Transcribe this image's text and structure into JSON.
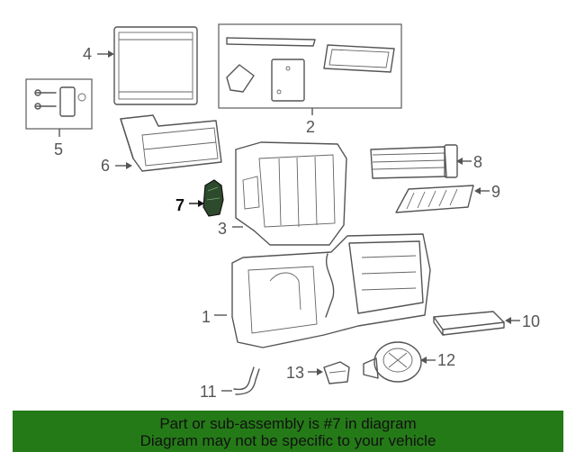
{
  "diagram": {
    "callouts": [
      "1",
      "2",
      "3",
      "4",
      "5",
      "6",
      "7",
      "8",
      "9",
      "10",
      "11",
      "12",
      "13"
    ],
    "highlighted": "7"
  },
  "banner": {
    "line1": "Part or sub-assembly is #7 in diagram",
    "line2": "Diagram may not be specific to your vehicle",
    "background": "#257a18"
  }
}
